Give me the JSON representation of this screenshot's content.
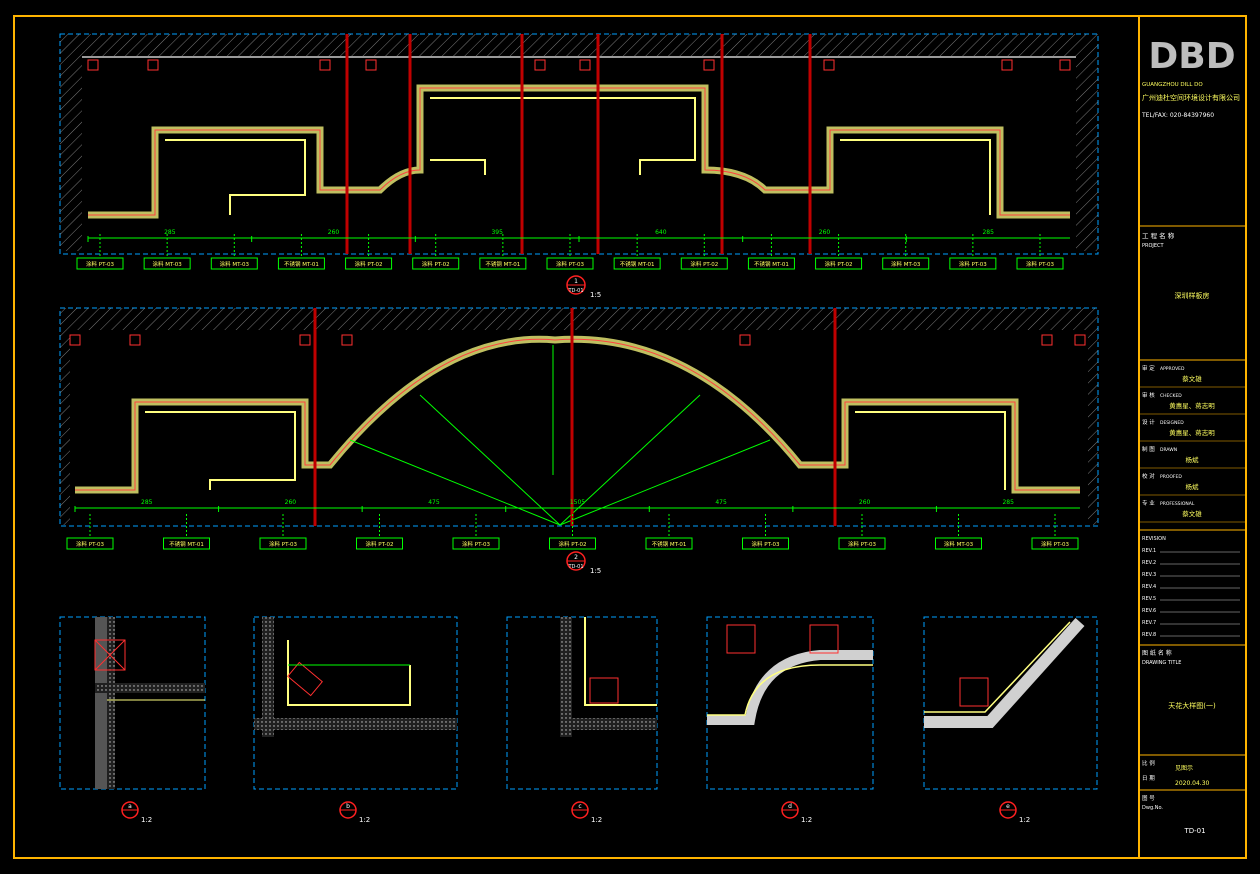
{
  "colors": {
    "background": "#000000",
    "frame": "#ffb400",
    "dimension": "#00ff00",
    "boundary": "#00a0ff",
    "wall": "#ffff80",
    "column": "#c00000",
    "callout": "#ff2020",
    "text": "#ffffff"
  },
  "title_block": {
    "logo": "DBD",
    "company_en": "GUANGZHOU DILL DO",
    "company_cn": "广州迪杜空间环境设计有限公司",
    "tel": "TEL/FAX: 020-84397960",
    "project_label": "工 程 名 称",
    "project_label_en": "PROJECT",
    "project_name": "深圳样板房",
    "rows": [
      {
        "label": "审 定",
        "label_en": "APPROVED",
        "value": "蔡文雄"
      },
      {
        "label": "审 核",
        "label_en": "CHECKED",
        "value": "黄惠星、蒋志明"
      },
      {
        "label": "设 计",
        "label_en": "DESIGNED",
        "value": "黄惠星、蒋志明"
      },
      {
        "label": "制 图",
        "label_en": "DRAWN",
        "value": "杨斌"
      },
      {
        "label": "校 对",
        "label_en": "PROOFED",
        "value": "杨斌"
      },
      {
        "label": "专 业",
        "label_en": "PROFESSIONAL",
        "value": "蔡文雄"
      }
    ],
    "revision_label": "REVISION",
    "revisions": [
      "REV.1",
      "REV.2",
      "REV.3",
      "REV.4",
      "REV.5",
      "REV.6",
      "REV.7",
      "REV.8"
    ],
    "drawing_title_label": "图 纸 名 称",
    "drawing_title_label_en": "DRAWING TITLE",
    "drawing_title": "天花大样图(一)",
    "scale_label": "比 例",
    "scale_value": "见图示",
    "date_label": "日 期",
    "date_value": "2020.04.30",
    "sheet_label": "图 号",
    "sheet_label_en": "Dwg.No.",
    "sheet_no": "TD-01"
  },
  "sections": [
    {
      "num": "1",
      "sheet": "TD-01",
      "scale": "1:5"
    },
    {
      "num": "2",
      "sheet": "TD-01",
      "scale": "1:5"
    }
  ],
  "details": [
    {
      "letter": "a",
      "scale": "1:2"
    },
    {
      "letter": "b",
      "scale": "1:2"
    },
    {
      "letter": "c",
      "scale": "1:2"
    },
    {
      "letter": "d",
      "scale": "1:2"
    },
    {
      "letter": "e",
      "scale": "1:2"
    }
  ],
  "section1_tags": [
    "涂料 PT-03",
    "涂料 MT-03",
    "涂料 MT-03",
    "不锈钢 MT-01",
    "涂料 PT-02",
    "涂料 PT-02",
    "不锈钢 MT-01",
    "涂料 PT-03",
    "不锈钢 MT-01",
    "涂料 PT-02",
    "不锈钢 MT-01",
    "涂料 PT-02",
    "涂料 MT-03",
    "涂料 PT-03",
    "涂料 PT-03"
  ],
  "section2_tags": [
    "涂料 PT-03",
    "不锈钢 MT-01",
    "涂料 PT-03",
    "涂料 PT-02",
    "涂料 PT-03",
    "涂料 PT-02",
    "不锈钢 MT-01",
    "涂料 PT-03",
    "涂料 PT-03",
    "涂料 MT-03",
    "涂料 PT-03"
  ],
  "section1_dims": [
    "285",
    "260",
    "395",
    "640",
    "260",
    "285"
  ],
  "section2_dims": [
    "285",
    "260",
    "475",
    "1505",
    "475",
    "260",
    "285"
  ]
}
